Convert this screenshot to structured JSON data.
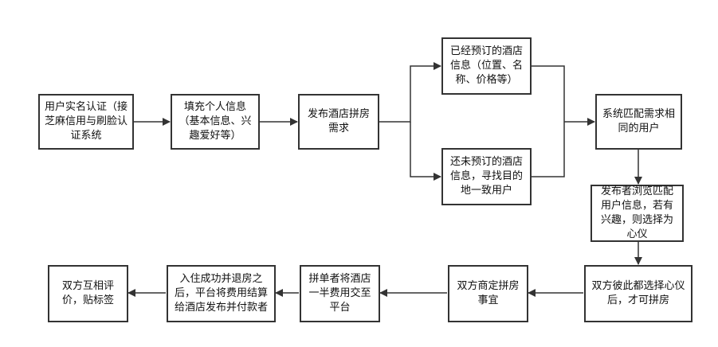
{
  "diagram": {
    "nodes": {
      "n1": {
        "label": "用户实名认证（接芝麻信用与刷脸认证系统"
      },
      "n2": {
        "label": "填充个人信息（基本信息、兴趣爱好等）"
      },
      "n3": {
        "label": "发布酒店拼房需求"
      },
      "n4": {
        "label": "已经预订的酒店信息（位置、名称、价格等）"
      },
      "n5": {
        "label": "还未预订的酒店信息，寻找目的地一致用户"
      },
      "n6": {
        "label": "系统匹配需求相同的用户"
      },
      "n7": {
        "label": "发布者浏览匹配用户信息，若有兴趣，则选择为心仪"
      },
      "n8": {
        "label": "双方彼此都选择心仪后，才可拼房"
      },
      "n9": {
        "label": "双方商定拼房事宜"
      },
      "n10": {
        "label": "拼单者将酒店一半费用交至平台"
      },
      "n11": {
        "label": "入住成功并退房之后，平台将费用结算给酒店发布并付款者"
      },
      "n12": {
        "label": "双方互相评价，贴标签"
      }
    },
    "edges": [
      [
        "n1",
        "n2"
      ],
      [
        "n2",
        "n3"
      ],
      [
        "n3",
        "n4"
      ],
      [
        "n3",
        "n5"
      ],
      [
        "n4",
        "n6"
      ],
      [
        "n5",
        "n6"
      ],
      [
        "n6",
        "n7"
      ],
      [
        "n7",
        "n8"
      ],
      [
        "n8",
        "n9"
      ],
      [
        "n9",
        "n10"
      ],
      [
        "n10",
        "n11"
      ],
      [
        "n11",
        "n12"
      ]
    ],
    "colors": {
      "stroke": "#333333",
      "background": "#ffffff"
    }
  }
}
